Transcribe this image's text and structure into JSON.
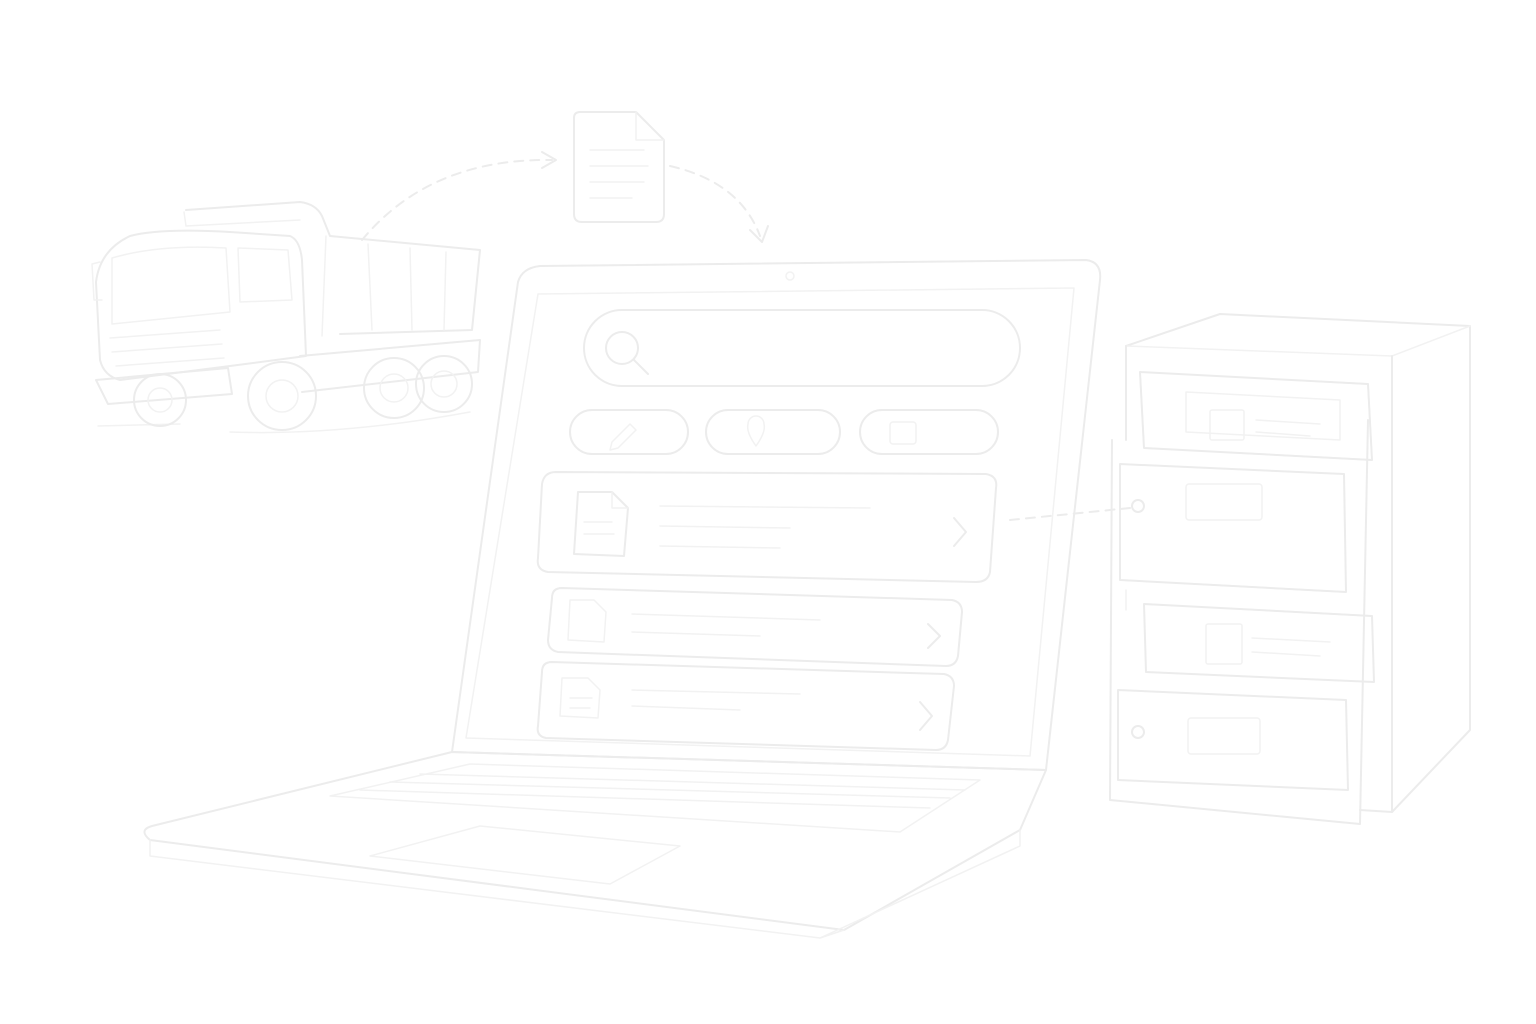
{
  "colors": {
    "background": "#ffffff",
    "line": "#ececec",
    "line_soft": "#f2f2f2"
  },
  "icons": {
    "truck": "dump-truck-icon",
    "document": "document-icon",
    "laptop": "laptop-icon",
    "search": "search-icon",
    "pencil": "pencil-icon",
    "pin": "location-pin-icon",
    "calendar": "calendar-icon",
    "chevron": "chevron-right-icon",
    "cabinet": "filing-cabinet-icon"
  },
  "screen": {
    "filter_chip_count": 3,
    "list_row_count": 3
  },
  "cabinet": {
    "drawer_count": 4
  }
}
